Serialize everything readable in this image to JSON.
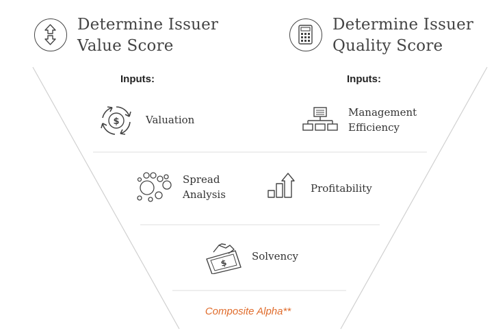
{
  "headings": {
    "value": {
      "line1": "Determine Issuer",
      "line2": "Value Score",
      "icon": "up-down-arrows-icon"
    },
    "quality": {
      "line1": "Determine Issuer",
      "line2": "Quality Score",
      "icon": "calculator-icon"
    }
  },
  "inputs": {
    "left": "Inputs:",
    "right": "Inputs:"
  },
  "items": {
    "valuation": {
      "label": "Valuation",
      "icon": "dollar-cycle-icon"
    },
    "management": {
      "line1": "Management",
      "line2": "Efficiency",
      "icon": "org-chart-icon"
    },
    "spread": {
      "line1": "Spread",
      "line2": "Analysis",
      "icon": "bubbles-icon"
    },
    "profitability": {
      "label": "Profitability",
      "icon": "growth-bars-icon"
    },
    "solvency": {
      "label": "Solvency",
      "icon": "hand-money-icon"
    }
  },
  "footer": {
    "text": "Composite Alpha**"
  },
  "colors": {
    "accent": "#e06c2c",
    "line": "#d0d0d0",
    "icon": "#444444"
  }
}
